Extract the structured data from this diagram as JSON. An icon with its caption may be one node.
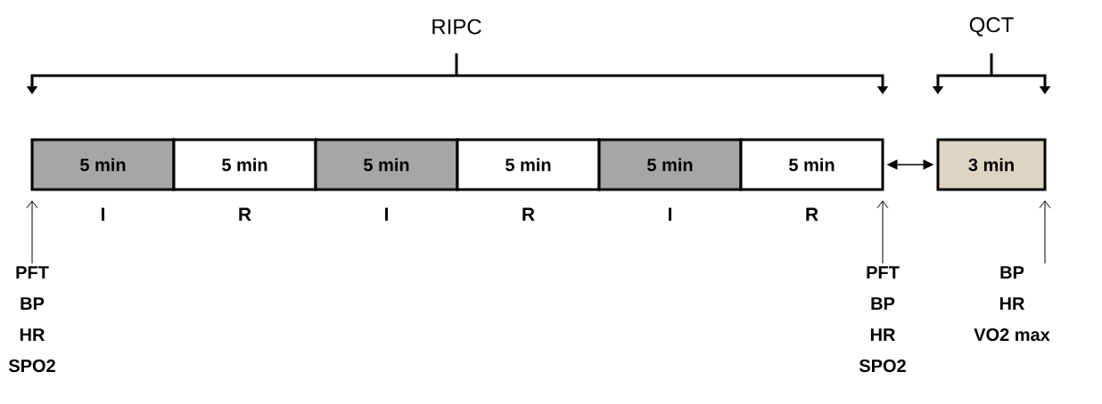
{
  "diagram": {
    "nodes": [
      {
        "text": [
          "5 min"
        ],
        "beside": [
          "I"
        ]
      },
      {
        "text": [
          "5 min"
        ],
        "beside": [
          "R"
        ]
      },
      {
        "text": [
          "5 min"
        ],
        "beside": [
          "I"
        ]
      },
      {
        "text": [
          "5 min"
        ],
        "beside": [
          "R"
        ]
      },
      {
        "text": [
          "5 min"
        ],
        "beside": [
          "I"
        ]
      },
      {
        "text": [
          "5 min"
        ],
        "beside": [
          "R"
        ]
      },
      {
        "text": [
          "3 min"
        ]
      },
      {
        "text": [
          "PFT",
          "BP",
          "HR",
          "SPO2"
        ]
      },
      {
        "text": [
          "PFT",
          "BP",
          "HR",
          "SPO2"
        ]
      },
      {
        "text": [
          "BP",
          "HR",
          "VO2 max"
        ]
      }
    ],
    "edges": [
      {
        "from": 5,
        "to": 6,
        "arrow": "both"
      },
      {
        "from": 7,
        "to": 0,
        "arrow": "to"
      },
      {
        "from": 8,
        "to": 5,
        "arrow": "to"
      },
      {
        "from": 9,
        "to": 6,
        "arrow": "to"
      }
    ],
    "labels": [
      "RIPC",
      "QCT"
    ]
  }
}
